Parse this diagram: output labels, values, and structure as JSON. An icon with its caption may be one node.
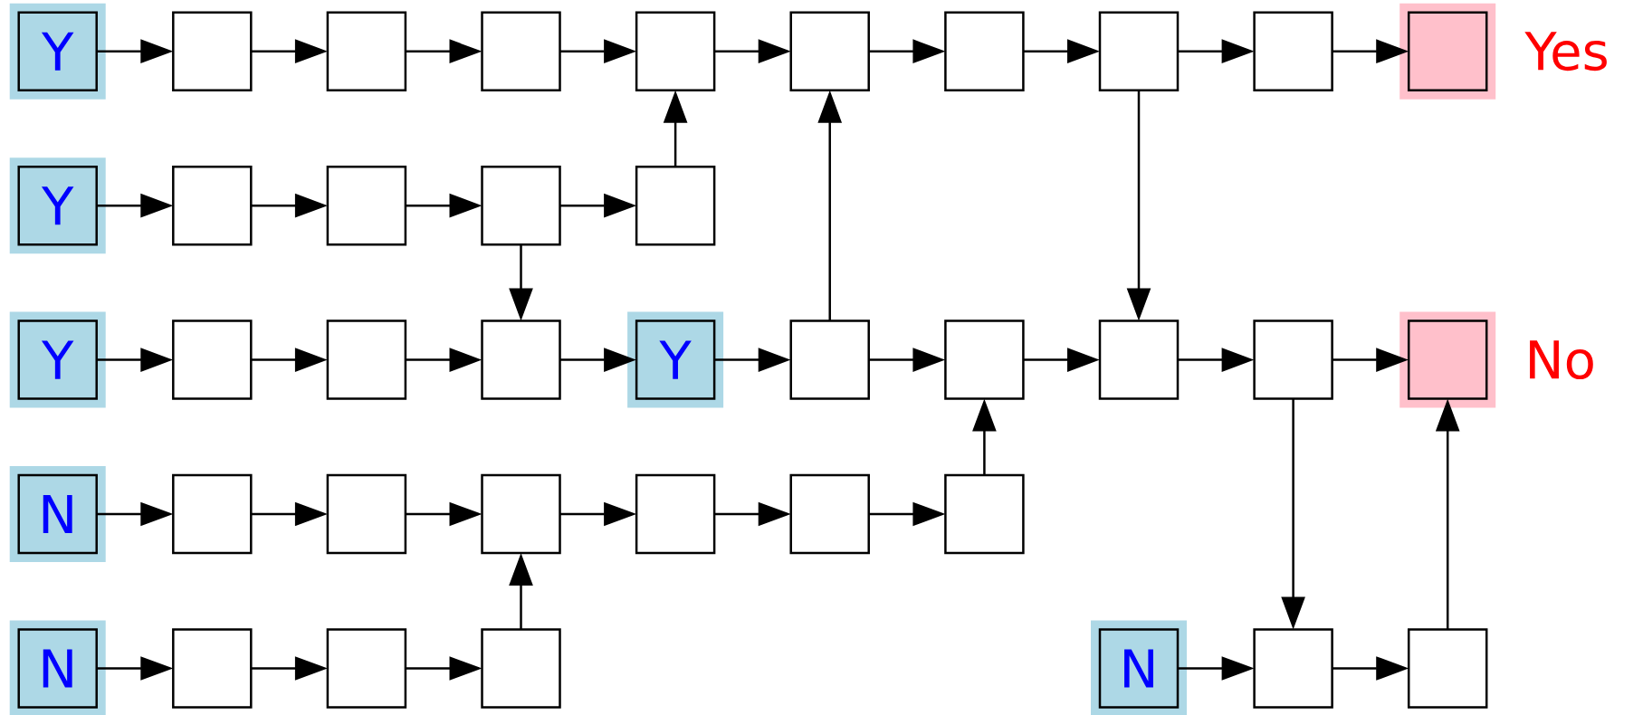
{
  "diagram": {
    "nodes": [
      {
        "text": [
          "Y"
        ]
      },
      {
        "text": [],
        "shape": "box"
      },
      {
        "text": [],
        "shape": "box"
      },
      {
        "text": [],
        "shape": "box"
      },
      {
        "text": [],
        "shape": "box"
      },
      {
        "text": [],
        "shape": "box"
      },
      {
        "text": [],
        "shape": "box"
      },
      {
        "text": [],
        "shape": "box"
      },
      {
        "text": [],
        "shape": "box"
      },
      {
        "text": [],
        "shape": "box",
        "beside": [
          "Yes"
        ]
      },
      {
        "text": [
          "Y"
        ]
      },
      {
        "text": [],
        "shape": "box"
      },
      {
        "text": [],
        "shape": "box"
      },
      {
        "text": [],
        "shape": "box"
      },
      {
        "text": [],
        "shape": "box"
      },
      {
        "text": [
          "Y"
        ]
      },
      {
        "text": [],
        "shape": "box"
      },
      {
        "text": [],
        "shape": "box"
      },
      {
        "text": [],
        "shape": "box"
      },
      {
        "text": [
          "Y"
        ]
      },
      {
        "text": [],
        "shape": "box"
      },
      {
        "text": [],
        "shape": "box"
      },
      {
        "text": [],
        "shape": "box"
      },
      {
        "text": [],
        "shape": "box"
      },
      {
        "text": [],
        "shape": "box",
        "beside": [
          "No"
        ]
      },
      {
        "text": [
          "N"
        ]
      },
      {
        "text": [],
        "shape": "box"
      },
      {
        "text": [],
        "shape": "box"
      },
      {
        "text": [],
        "shape": "box"
      },
      {
        "text": [],
        "shape": "box"
      },
      {
        "text": [],
        "shape": "box"
      },
      {
        "text": [],
        "shape": "box"
      },
      {
        "text": [
          "N"
        ]
      },
      {
        "text": [],
        "shape": "box"
      },
      {
        "text": [],
        "shape": "box"
      },
      {
        "text": [],
        "shape": "box"
      },
      {
        "text": [
          "N"
        ]
      },
      {
        "text": [],
        "shape": "box"
      },
      {
        "text": [],
        "shape": "box"
      }
    ],
    "edges": [
      {
        "from": 0,
        "to": 1,
        "arrow": "to"
      },
      {
        "from": 1,
        "to": 2,
        "arrow": "to"
      },
      {
        "from": 2,
        "to": 3,
        "arrow": "to"
      },
      {
        "from": 3,
        "to": 4,
        "arrow": "to"
      },
      {
        "from": 4,
        "to": 5,
        "arrow": "to"
      },
      {
        "from": 5,
        "to": 6,
        "arrow": "to"
      },
      {
        "from": 6,
        "to": 7,
        "arrow": "to"
      },
      {
        "from": 7,
        "to": 8,
        "arrow": "to"
      },
      {
        "from": 8,
        "to": 9,
        "arrow": "to"
      },
      {
        "from": 10,
        "to": 11,
        "arrow": "to"
      },
      {
        "from": 11,
        "to": 12,
        "arrow": "to"
      },
      {
        "from": 12,
        "to": 13,
        "arrow": "to"
      },
      {
        "from": 13,
        "to": 14,
        "arrow": "to"
      },
      {
        "from": 14,
        "to": 4,
        "arrow": "to"
      },
      {
        "from": 13,
        "to": 18,
        "arrow": "to"
      },
      {
        "from": 15,
        "to": 16,
        "arrow": "to"
      },
      {
        "from": 16,
        "to": 17,
        "arrow": "to"
      },
      {
        "from": 17,
        "to": 18,
        "arrow": "to"
      },
      {
        "from": 18,
        "to": 19,
        "arrow": "to"
      },
      {
        "from": 19,
        "to": 20,
        "arrow": "to"
      },
      {
        "from": 20,
        "to": 21,
        "arrow": "to"
      },
      {
        "from": 21,
        "to": 22,
        "arrow": "to"
      },
      {
        "from": 22,
        "to": 23,
        "arrow": "to"
      },
      {
        "from": 23,
        "to": 24,
        "arrow": "to"
      },
      {
        "from": 20,
        "to": 5,
        "arrow": "to"
      },
      {
        "from": 7,
        "to": 22,
        "arrow": "to"
      },
      {
        "from": 25,
        "to": 26,
        "arrow": "to"
      },
      {
        "from": 26,
        "to": 27,
        "arrow": "to"
      },
      {
        "from": 27,
        "to": 28,
        "arrow": "to"
      },
      {
        "from": 28,
        "to": 29,
        "arrow": "to"
      },
      {
        "from": 29,
        "to": 30,
        "arrow": "to"
      },
      {
        "from": 30,
        "to": 31,
        "arrow": "to"
      },
      {
        "from": 31,
        "to": 21,
        "arrow": "to"
      },
      {
        "from": 32,
        "to": 33,
        "arrow": "to"
      },
      {
        "from": 33,
        "to": 34,
        "arrow": "to"
      },
      {
        "from": 34,
        "to": 35,
        "arrow": "to"
      },
      {
        "from": 35,
        "to": 28,
        "arrow": "to"
      },
      {
        "from": 36,
        "to": 37,
        "arrow": "to"
      },
      {
        "from": 37,
        "to": 38,
        "arrow": "to"
      },
      {
        "from": 23,
        "to": 37,
        "arrow": "to"
      },
      {
        "from": 38,
        "to": 24,
        "arrow": "to"
      }
    ]
  }
}
